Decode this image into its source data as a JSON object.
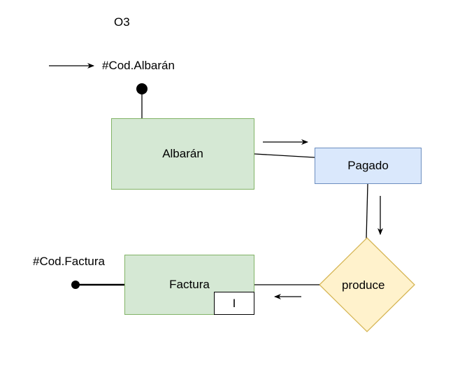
{
  "diagram": {
    "title": "O3",
    "entities": {
      "albaran": {
        "label": "Albarán",
        "fill": "#d5e8d4",
        "stroke": "#82b366"
      },
      "pagado": {
        "label": "Pagado",
        "fill": "#dae8fc",
        "stroke": "#6c8ebf"
      },
      "factura": {
        "label": "Factura",
        "fill": "#d5e8d4",
        "stroke": "#82b366"
      }
    },
    "relationship": {
      "label": "produce",
      "fill": "#fff2cc",
      "stroke": "#d6b656"
    },
    "attributes": {
      "albaran_key": "#Cod.Albarán",
      "factura_key": "#Cod.Factura"
    },
    "factura_tag": "I"
  }
}
